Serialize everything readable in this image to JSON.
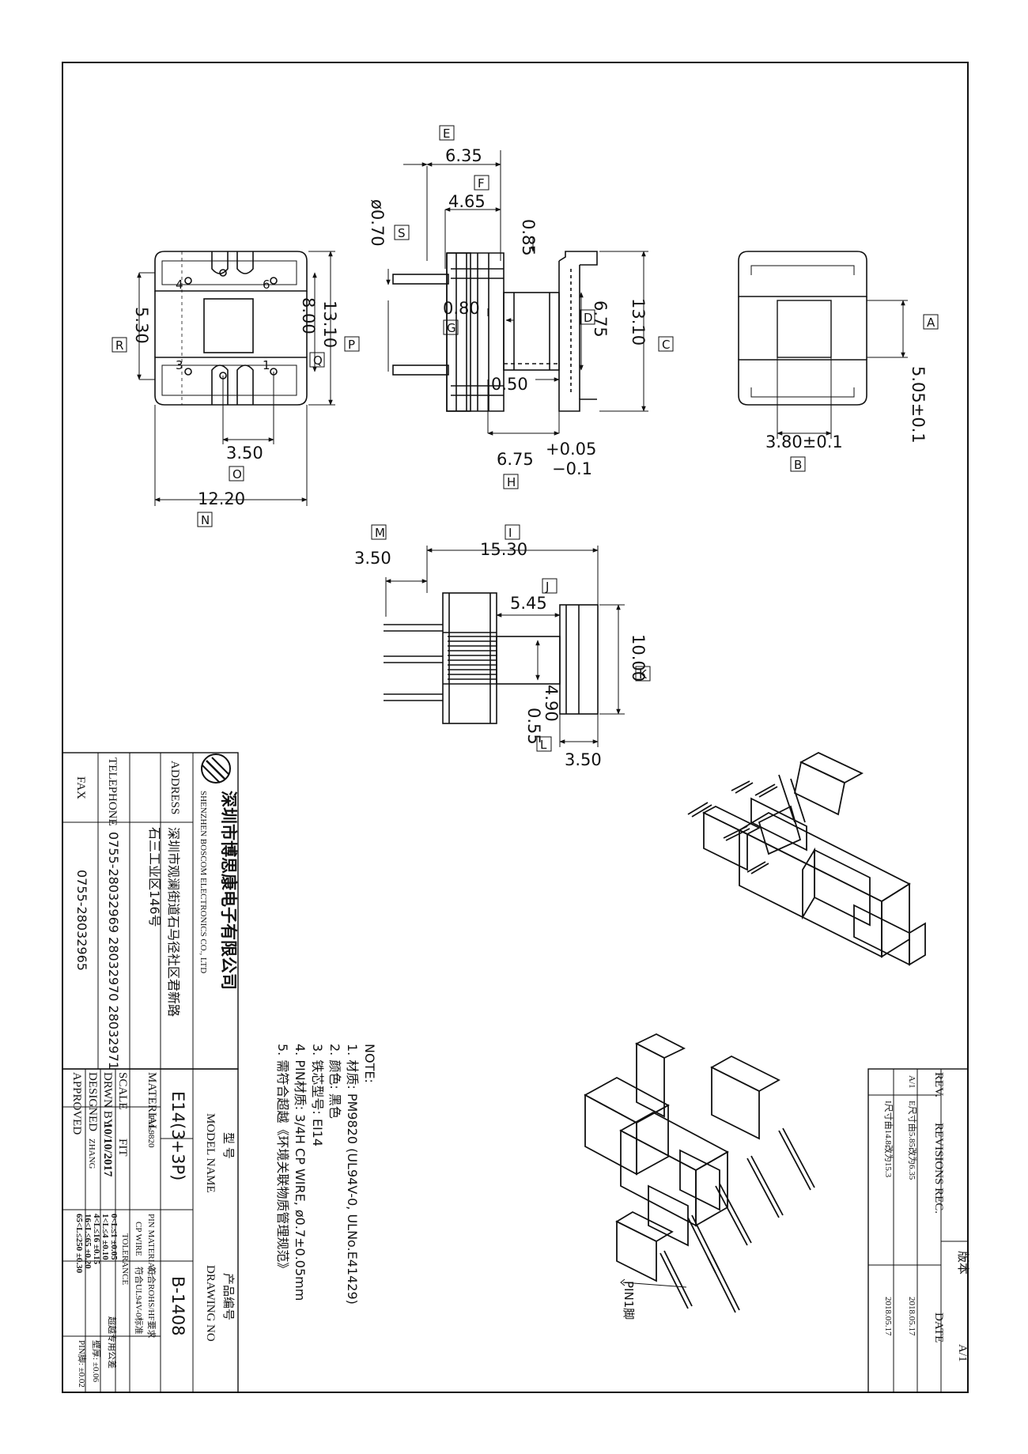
{
  "dimensions": {
    "side": {
      "e_val": "6.35",
      "e_tag": "E",
      "f_val": "4.65",
      "f_tag": "F",
      "s_val": "ø0.70",
      "s_tag": "S",
      "d085": "0.85",
      "g_val": "0.80",
      "g_tag": "G",
      "d_val": "6.75",
      "d_tag": "D",
      "c_val": "13.10",
      "c_tag": "C",
      "d050": "0.50",
      "h_val": "6.75",
      "h_tol_plus": "+0.05",
      "h_tol_minus": "−0.1",
      "h_tag": "H"
    },
    "bottom": {
      "r_val": "5.30",
      "r_tag": "R",
      "p_val": "13.10",
      "p_tag": "P",
      "q_val": "8.00",
      "q_tag": "Q",
      "o_val": "3.50",
      "o_tag": "O",
      "n_val": "12.20",
      "n_tag": "N",
      "pin4": "4",
      "pin6": "6",
      "pin3": "3",
      "pin1": "1"
    },
    "right": {
      "a_tag": "A",
      "a_val": "5.05±0.1",
      "b_val": "3.80±0.1",
      "b_tag": "B"
    },
    "front": {
      "m_tag": "M",
      "m_val": "3.50",
      "i_tag": "I",
      "i_val": "15.30",
      "j_tag": "J",
      "j_val": "5.45",
      "k_val": "10.00",
      "k_tag": "K",
      "d490": "4.90",
      "l_val": "0.55",
      "l_tag": "L",
      "d350b": "3.50"
    }
  },
  "pin1_label": "PIN1脚",
  "notes": {
    "title": "NOTE:",
    "items": [
      "1. 材质: PM9820 (UL94V-0, ULNo.E41429)",
      "2. 颜色: 黑色",
      "3. 铁芯型号: EI14",
      "4. PIN材质: 3/4H CP WIRE, ø0.7±0.05mm",
      "5. 需符合超越《环境关联物质管理规范》"
    ]
  },
  "company": {
    "name_cn": "深圳市博思康电子有限公司",
    "name_en": "SHENZHEN BOSCOM ELECTRONICS CO., LTD",
    "address_label": "ADDRESS",
    "address_line1": "深圳市观澜街道石马径社区君新路",
    "address_line2": "石三工业区146号",
    "telephone_label": "TELEPHONE",
    "telephone": "0755-28032969  28032970  28032971",
    "fax_label": "FAX",
    "fax": "0755-28032965"
  },
  "title_block": {
    "model_label_cn": "型 号",
    "model_label": "MODEL NAME",
    "model": "E14(3+3P)",
    "drawing_label_cn": "产品编号",
    "drawing_label": "DRAWING NO",
    "drawing_no": "B-1408",
    "material_label": "MATERIAL",
    "material": "PM-9820",
    "pin_material_label": "PIN MATERIAL:",
    "pin_material": "符合ROHS/HF要求",
    "cp_wire_label": "CP WIRE",
    "cp_wire": "符合UL94V-0标准",
    "scale_label": "SCALE",
    "scale": "FIT",
    "tolerance_label": "TOLERANCE",
    "tolerance_title": "超越专用公差",
    "tolerances": [
      "0<L≤1 ±0.05",
      "1<L≤4 ±0.10",
      "4<L≤16 ±0.15",
      "16<L≤65 ±0.20",
      "65<L≤250 ±0.30"
    ],
    "tol_angle": "壁厚: ±0.06",
    "tol_pin": "PIN脚: ±0.02",
    "drawn_label": "DRWN BY",
    "drawn": "10/10/2017",
    "designed_label": "DESIGNED",
    "designed": "ZHANG",
    "approved_label": "APPROVED"
  },
  "revisions": {
    "rev_label": "REV.",
    "rev_title": "REVISIONS REC.",
    "date_label": "DATE",
    "version_label": "版本",
    "version": "A/1",
    "rows": [
      {
        "rev": "A/1",
        "desc": "E尺寸由5.85改为6.35",
        "date": "2018.05.17"
      },
      {
        "rev": "",
        "desc": "I尺寸由14.8改为15.3",
        "date": "2018.05.17"
      }
    ]
  }
}
